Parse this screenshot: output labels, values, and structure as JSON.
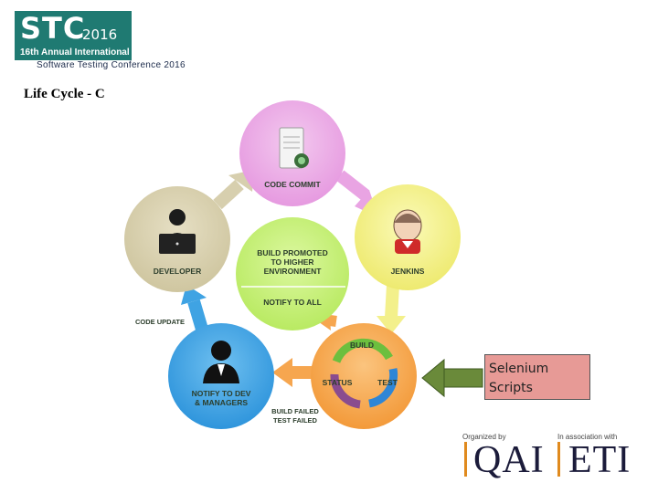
{
  "logo": {
    "brand": "STC",
    "year": "2016",
    "edition": "16th Annual International",
    "conference": "Software Testing Conference 2016"
  },
  "slide": {
    "title": "Life Cycle - C"
  },
  "diagram": {
    "nodes": {
      "code_commit": "CODE COMMIT",
      "jenkins": "JENKINS",
      "developer": "DEVELOPER",
      "notify_dev": [
        "NOTIFY TO DEV",
        "& MANAGERS"
      ]
    },
    "center": {
      "top": [
        "BUILD PROMOTED",
        "TO HIGHER",
        "ENVIRONMENT"
      ],
      "bottom": "NOTIFY TO ALL"
    },
    "cycle": {
      "build": "BUILD",
      "status": "STATUS",
      "test": "TEST"
    },
    "edge_labels": {
      "code_update": "CODE UPDATE",
      "build_failed": "BUILD FAILED",
      "test_failed": "TEST FAILED"
    },
    "colors": {
      "magenta": "#e9a4e3",
      "yellow": "#f3f08b",
      "beige": "#d7cfae",
      "blue": "#3fa3e3",
      "orange": "#f6a64f",
      "green_center": "#c7f07c"
    }
  },
  "callout": {
    "line1": "Selenium",
    "line2": "Scripts"
  },
  "footer": {
    "organized_label": "Organized by",
    "organizer": "QAI",
    "association_label": "In association with",
    "associate": "ETI"
  }
}
